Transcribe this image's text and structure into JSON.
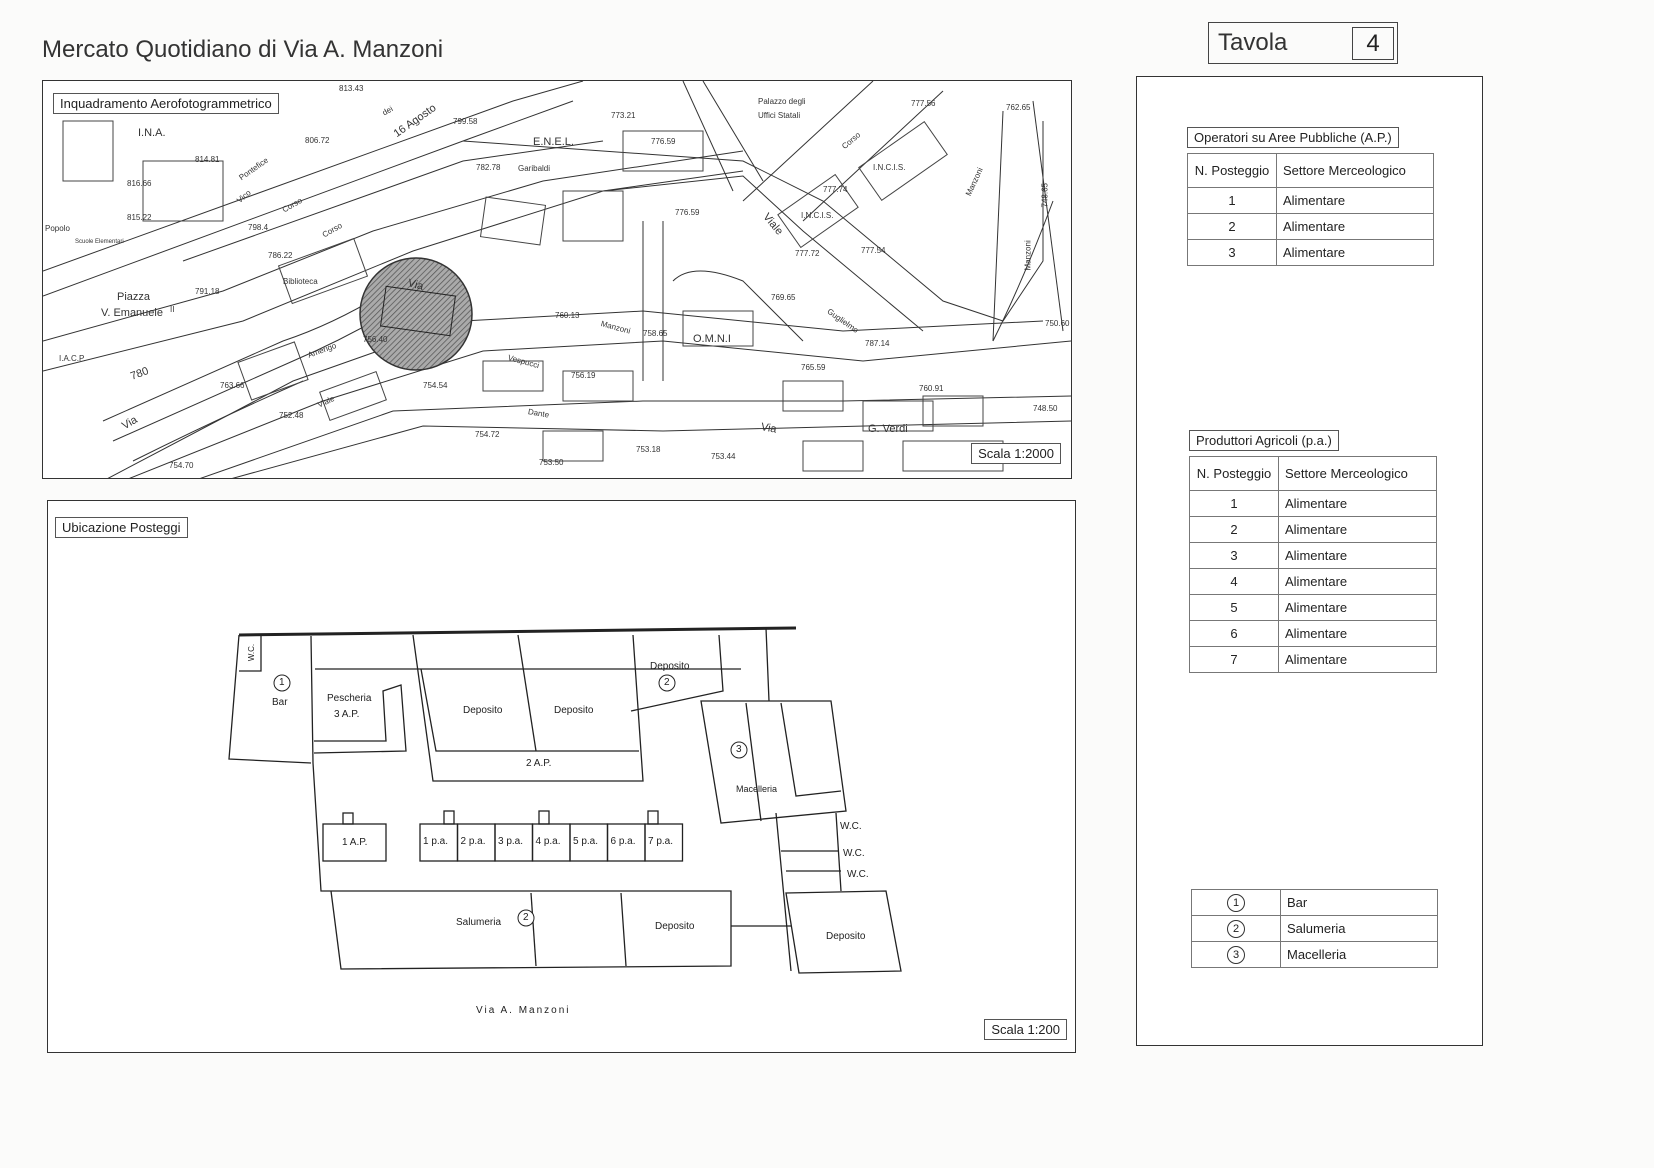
{
  "title": "Mercato Quotidiano di Via A. Manzoni",
  "tavola": {
    "label": "Tavola",
    "number": "4"
  },
  "map": {
    "label": "Inquadramento Aerofotogrammetrico",
    "scale": "Scala 1:2000",
    "labels": {
      "ina": "I.N.A.",
      "enel": "E.N.E.L.",
      "palazzo1": "Palazzo degli",
      "palazzo2": "Uffici Statali",
      "incis1": "I.N.C.I.S.",
      "incis2": "I.N.C.I.S.",
      "omni": "O.M.N.I",
      "iacp": "I.A.C.P.",
      "piazza1": "Piazza",
      "piazza2": "V. Emanuele",
      "ii": "II",
      "biblioteca": "Biblioteca",
      "scuole": "Scuole Elementari",
      "popolo": "Popolo",
      "garibaldi": "Garibaldi",
      "agosto": "16 Agosto",
      "corso1": "Corso",
      "corso2": "Corso",
      "corso3": "Corso",
      "vico": "Vico",
      "pontefice": "Pontefice",
      "viale1": "Viale",
      "viale2": "Viale",
      "guglielmo": "Guglielmo",
      "manzoni1": "Manzoni",
      "manzoni2": "Manzoni",
      "manzoni3": "Manzoni",
      "vespucci": "Vespucci",
      "amerigo": "Amerigo",
      "dante": "Dante",
      "via1": "Via",
      "via2": "Via",
      "via3": "Via",
      "verdi": "G.        Verdi",
      "dei": "dei",
      "h780": "780",
      "e1": "813.43",
      "e2": "806.72",
      "e3": "799.58",
      "e4": "814.81",
      "e5": "816.66",
      "e6": "815.22",
      "e7": "798.4",
      "e8": "786.22",
      "e9": "791.18",
      "e10": "782.78",
      "e11": "773.21",
      "e12": "776.59",
      "e13": "776.59",
      "e14": "777.56",
      "e15": "777.74",
      "e16": "777.72",
      "e17": "777.54",
      "e18": "769.65",
      "e19": "760.13",
      "e20": "758.65",
      "e21": "756.19",
      "e22": "787.14",
      "e23": "765.59",
      "e24": "760.91",
      "e25": "762.65",
      "e26": "750.60",
      "e27": "748.50",
      "e28": "756.40",
      "e29": "754.54",
      "e30": "763.66",
      "e31": "752.48",
      "e32": "754.72",
      "e33": "753.18",
      "e34": "753.44",
      "e35": "753.50",
      "e36": "754.70",
      "e37": "748.65"
    }
  },
  "plan": {
    "label": "Ubicazione Posteggi",
    "scale": "Scala 1:200",
    "street": "Via  A.  Manzoni",
    "rooms": {
      "wc_bar": "W.C.",
      "bar_num": "1",
      "bar": "Bar",
      "pescheria": "Pescheria",
      "pescheria_ap": "3 A.P.",
      "deposito1": "Deposito",
      "deposito2": "Deposito",
      "ap2": "2 A.P.",
      "deposito3": "Deposito",
      "dep3_num": "2",
      "macelleria_num": "3",
      "macelleria": "Macelleria",
      "wc1": "W.C.",
      "wc2": "W.C.",
      "wc3": "W.C.",
      "ap1": "1 A.P.",
      "salumeria": "Salumeria",
      "salumeria_num": "2",
      "deposito4": "Deposito",
      "deposito5": "Deposito"
    },
    "stalls": [
      "1 p.a.",
      "2 p.a.",
      "3 p.a.",
      "4 p.a.",
      "5 p.a.",
      "6 p.a.",
      "7 p.a."
    ]
  },
  "operatori": {
    "label": "Operatori su Aree Pubbliche  (A.P.)",
    "headers": [
      "N. Posteggio",
      "Settore Merceologico"
    ],
    "rows": [
      [
        "1",
        "Alimentare"
      ],
      [
        "2",
        "Alimentare"
      ],
      [
        "3",
        "Alimentare"
      ]
    ]
  },
  "produttori": {
    "label": "Produttori Agricoli  (p.a.)",
    "headers": [
      "N. Posteggio",
      "Settore Merceologico"
    ],
    "rows": [
      [
        "1",
        "Alimentare"
      ],
      [
        "2",
        "Alimentare"
      ],
      [
        "3",
        "Alimentare"
      ],
      [
        "4",
        "Alimentare"
      ],
      [
        "5",
        "Alimentare"
      ],
      [
        "6",
        "Alimentare"
      ],
      [
        "7",
        "Alimentare"
      ]
    ]
  },
  "legend": {
    "rows": [
      [
        "1",
        "Bar"
      ],
      [
        "2",
        "Salumeria"
      ],
      [
        "3",
        "Macelleria"
      ]
    ]
  }
}
